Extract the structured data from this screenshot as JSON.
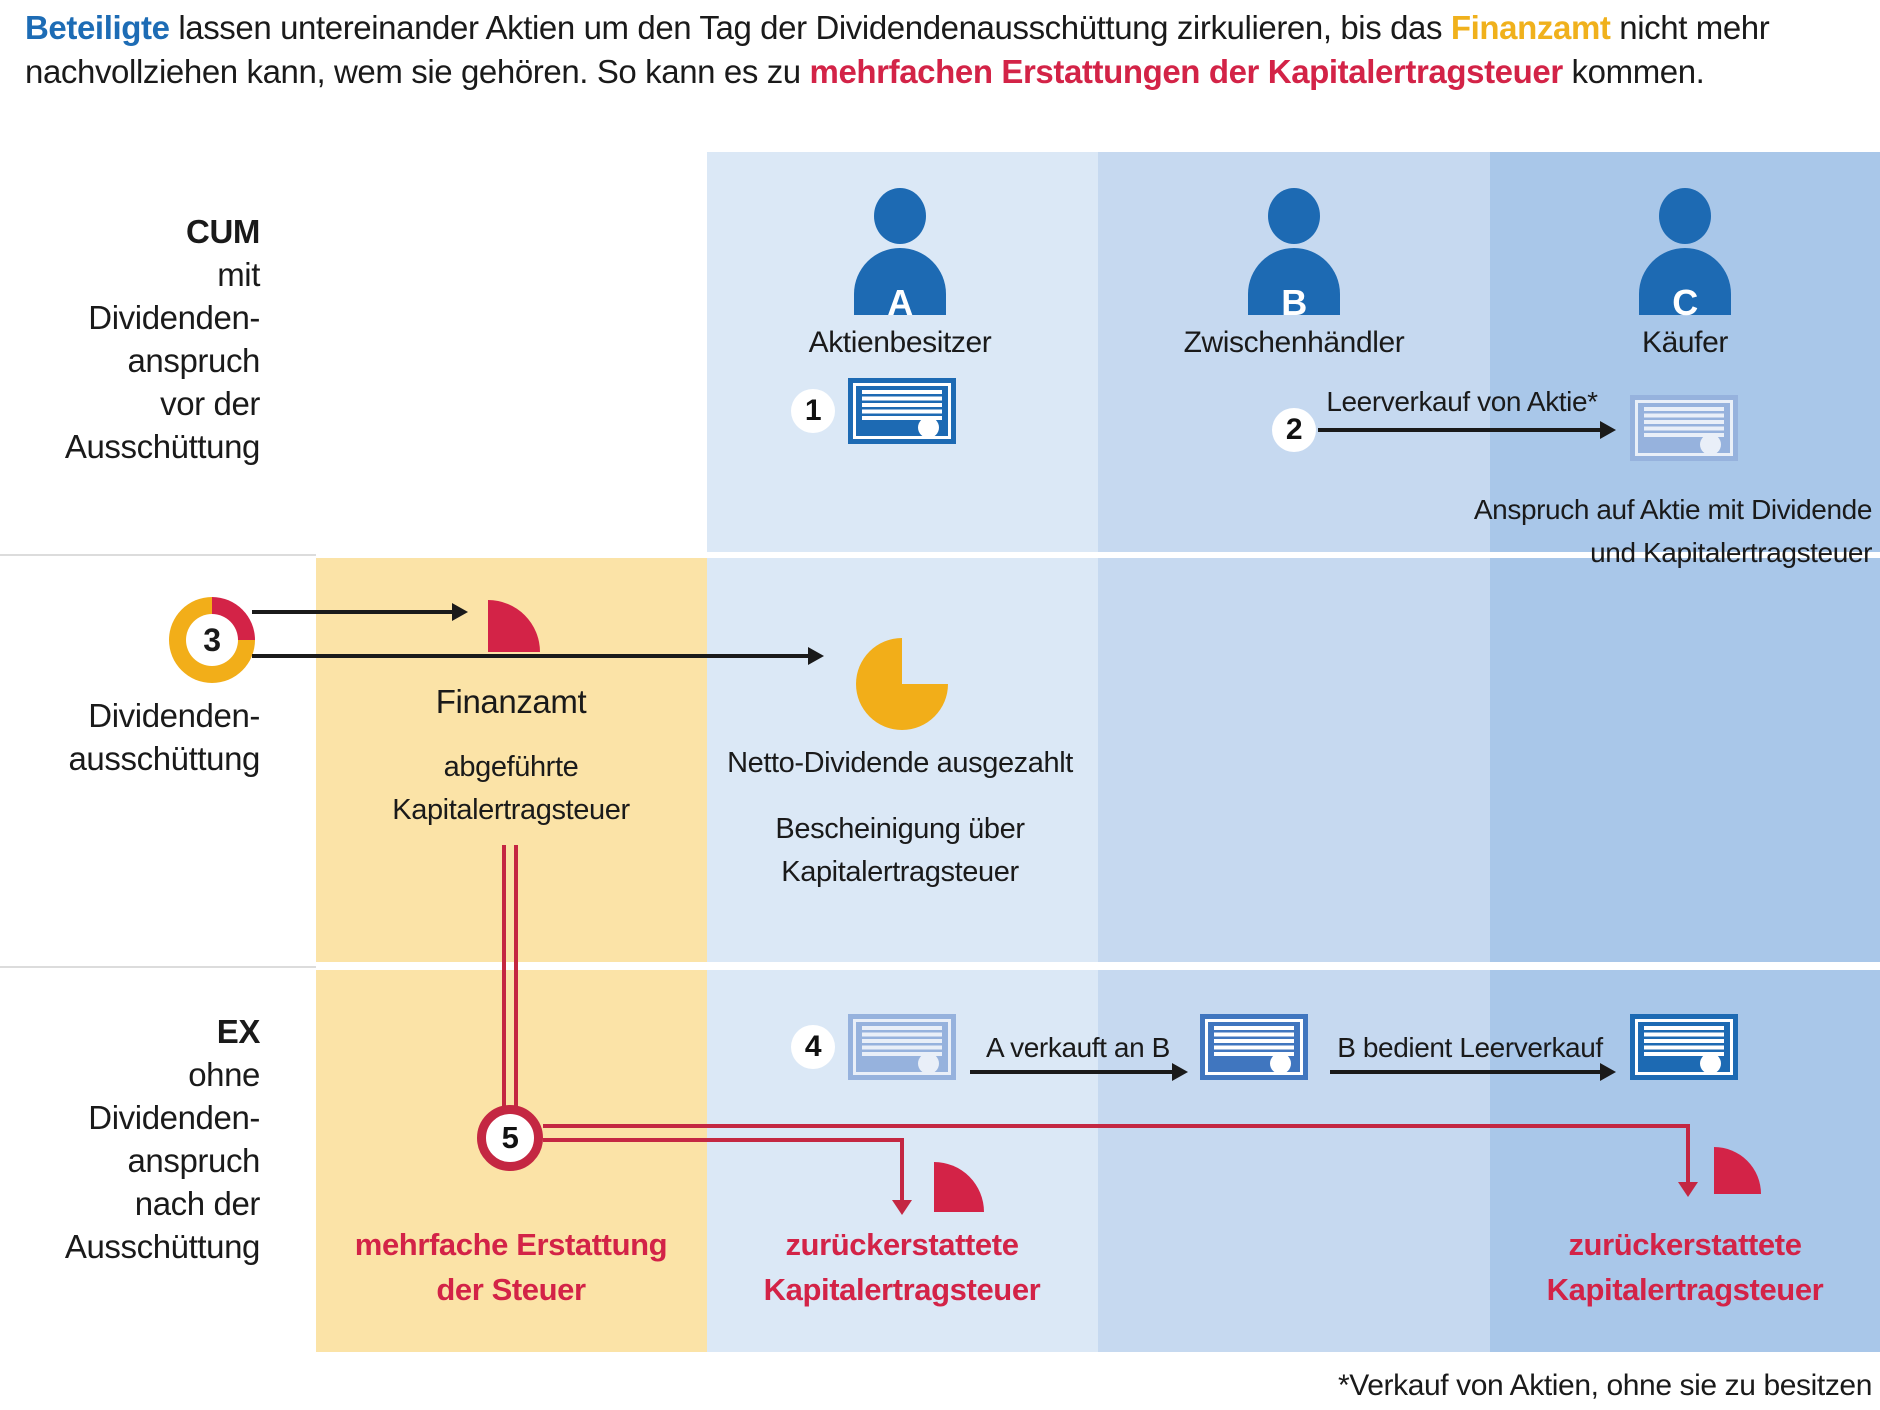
{
  "colors": {
    "brand_blue": "#1d6ab3",
    "accent_yellow": "#f0b11c",
    "accent_red": "#d32347",
    "line_red": "#c42742",
    "column_a_bg": "#dbe8f6",
    "column_b_bg": "#c6d9f0",
    "column_c_bg": "#a9c7e9",
    "finanzamt_column_bg": "#fbe3a7"
  },
  "header": {
    "p1": "Beteiligte",
    "p2": " lassen untereinander Aktien um den Tag der Dividendenausschüttung zirkulieren, bis das ",
    "p3": "Finanzamt",
    "p4": " nicht mehr",
    "p5": "nachvollziehen kann, wem sie gehören. So kann es zu ",
    "p6": "mehrfachen Erstattungen der Kapitalertragsteuer",
    "p7": " kommen."
  },
  "left_labels": {
    "cum": {
      "l0": "CUM",
      "l1": "mit",
      "l2": "Dividenden-",
      "l3": "anspruch",
      "l4": "vor der",
      "l5": "Ausschüttung"
    },
    "mid": {
      "l0": "Dividenden-",
      "l1": "ausschüttung"
    },
    "ex": {
      "l0": "EX",
      "l1": "ohne",
      "l2": "Dividenden-",
      "l3": "anspruch",
      "l4": "nach der",
      "l5": "Ausschüttung"
    }
  },
  "actors": {
    "a": {
      "letter": "A",
      "name": "Aktienbesitzer"
    },
    "b": {
      "letter": "B",
      "name": "Zwischenhändler"
    },
    "c": {
      "letter": "C",
      "name": "Käufer"
    }
  },
  "steps": {
    "s1": "1",
    "s2": "2",
    "s3": "3",
    "s4": "4",
    "s5": "5"
  },
  "cum_row": {
    "leerverkauf_label": "Leerverkauf von Aktie*",
    "anspruch_l1": "Anspruch auf Aktie mit Dividende",
    "anspruch_l2": "und Kapitalertragsteuer"
  },
  "mid_row": {
    "finanzamt_title": "Finanzamt",
    "abgefuehrte_l1": "abgeführte",
    "abgefuehrte_l2": "Kapitalertragsteuer",
    "netto": "Netto-Dividende ausgezahlt",
    "bescheinigung_l1": "Bescheinigung über",
    "bescheinigung_l2": "Kapitalertragsteuer"
  },
  "ex_row": {
    "a_verkauft": "A verkauft an B",
    "b_bedient": "B bedient Leerverkauf",
    "mehrfache_l1": "mehrfache Erstattung",
    "mehrfache_l2": "der Steuer",
    "zurueck_l1": "zurückerstattete",
    "zurueck_l2": "Kapitalertragsteuer"
  },
  "footnote": "*Verkauf von Aktien, ohne sie zu besitzen"
}
